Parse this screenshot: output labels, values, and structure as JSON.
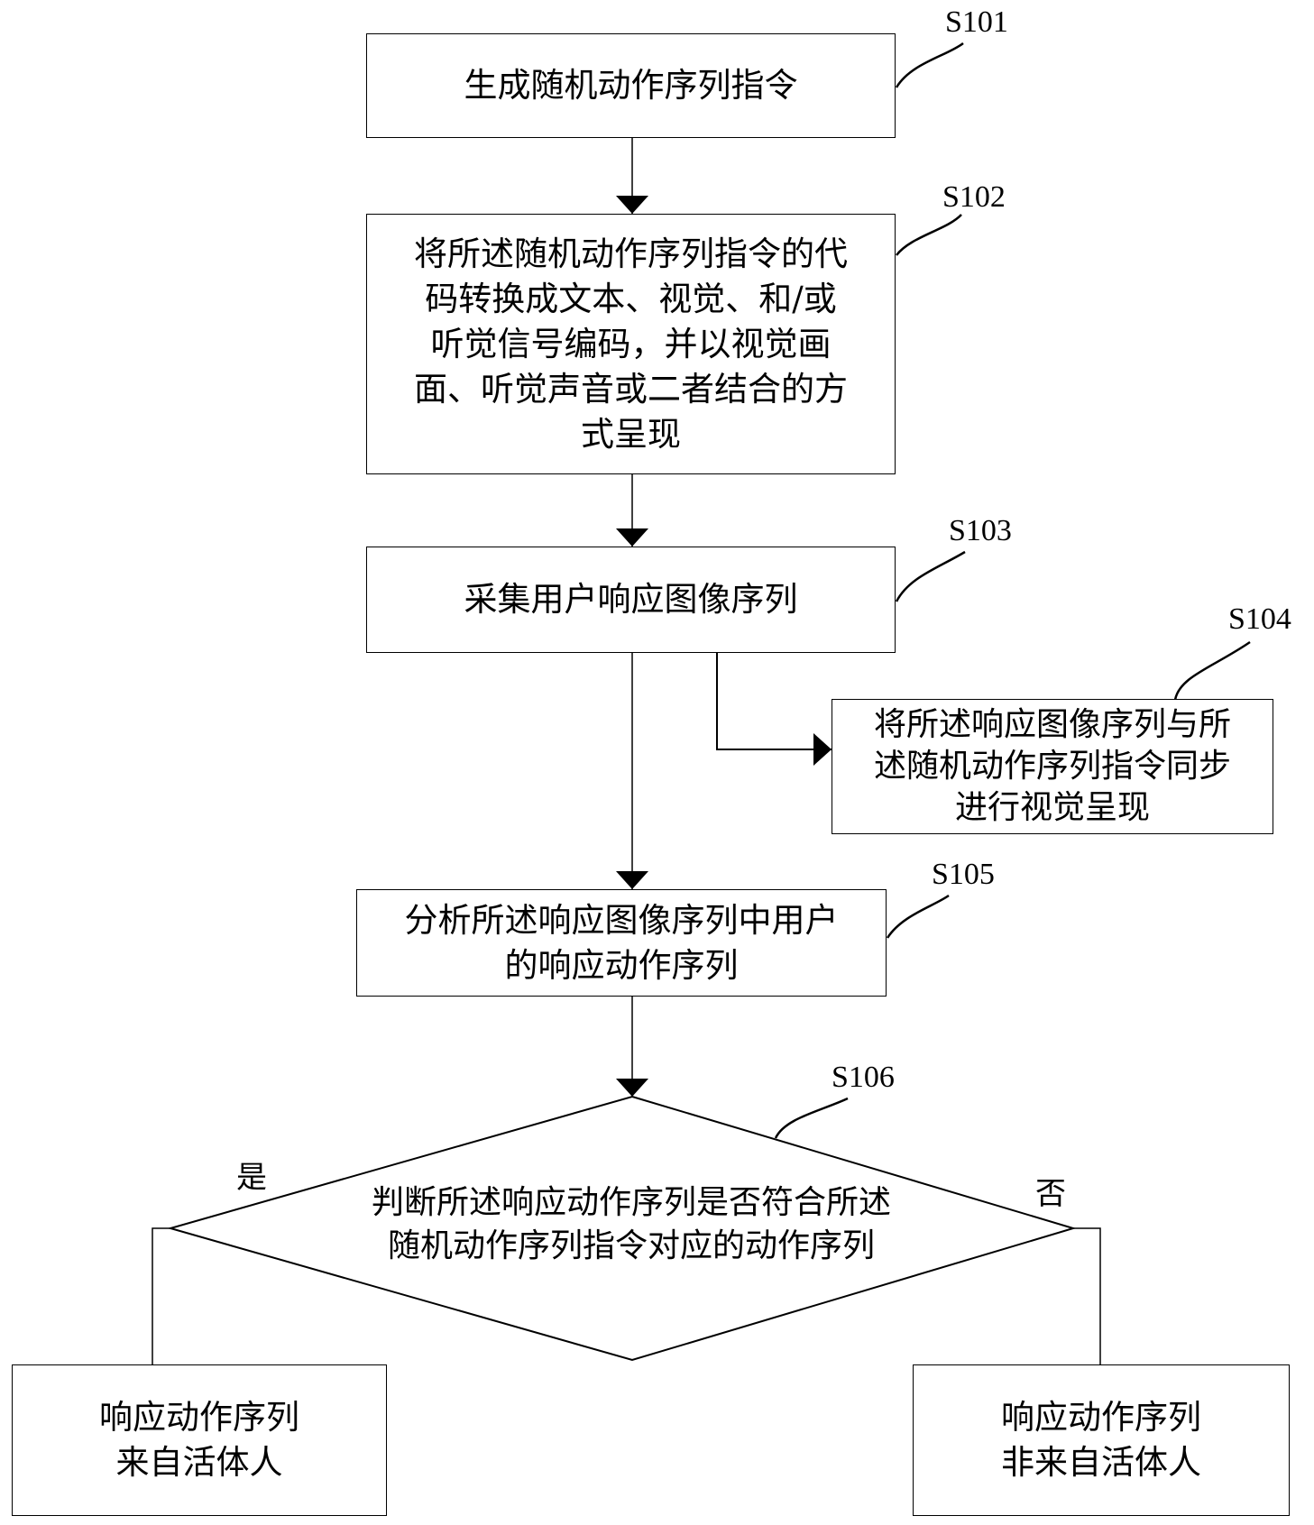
{
  "steps": [
    {
      "id": "S101",
      "text": "生成随机动作序列指令"
    },
    {
      "id": "S102",
      "text": "将所述随机动作序列指令的代码转换成文本、视觉、和/或听觉信号编码，并以视觉画面、听觉声音或二者结合的方式呈现"
    },
    {
      "id": "S103",
      "text": "采集用户响应图像序列"
    },
    {
      "id": "S104",
      "text": "将所述响应图像序列与所述随机动作序列指令同步进行视觉呈现"
    },
    {
      "id": "S105",
      "text": "分析所述响应图像序列中用户的响应动作序列"
    },
    {
      "id": "S106",
      "text": "判断所述响应动作序列是否符合所述随机动作序列指令对应的动作序列"
    }
  ],
  "s102_lines": [
    "将所述随机动作序列指令的代",
    "码转换成文本、视觉、和/或",
    "听觉信号编码，并以视觉画",
    "面、听觉声音或二者结合的方",
    "式呈现"
  ],
  "s104_lines": [
    "将所述响应图像序列与所",
    "述随机动作序列指令同步",
    "进行视觉呈现"
  ],
  "s105_lines": [
    "分析所述响应图像序列中用户",
    "的响应动作序列"
  ],
  "s106_lines": [
    "判断所述响应动作序列是否符合所述",
    "随机动作序列指令对应的动作序列"
  ],
  "branches": {
    "yes": "是",
    "no": "否"
  },
  "outcomes": {
    "yes_lines": [
      "响应动作序列",
      "来自活体人"
    ],
    "no_lines": [
      "响应动作序列",
      "非来自活体人"
    ]
  }
}
